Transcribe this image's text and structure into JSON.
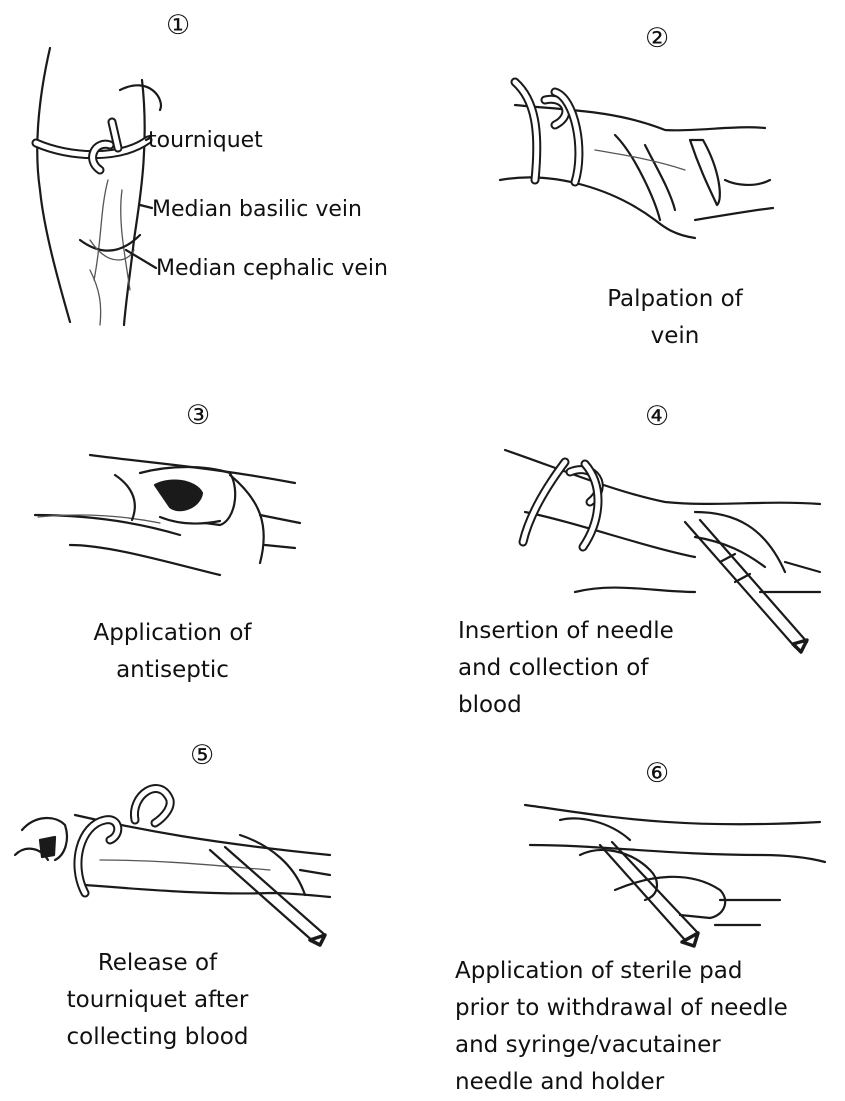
{
  "steps": [
    {
      "number": "①",
      "labels": [
        "tourniquet",
        "Median basilic vein",
        "Median cephalic vein"
      ]
    },
    {
      "number": "②",
      "caption_lines": [
        "Palpation of",
        "vein"
      ]
    },
    {
      "number": "③",
      "caption_lines": [
        "Application of",
        "antiseptic"
      ]
    },
    {
      "number": "④",
      "caption_lines": [
        "Insertion of needle",
        "and collection of",
        "blood"
      ]
    },
    {
      "number": "⑤",
      "caption_lines": [
        "Release of",
        "tourniquet after",
        "collecting blood"
      ]
    },
    {
      "number": "⑥",
      "caption_lines": [
        "Application of sterile pad",
        "prior to withdrawal of needle",
        "and syringe/vacutainer",
        "needle and holder"
      ]
    }
  ]
}
